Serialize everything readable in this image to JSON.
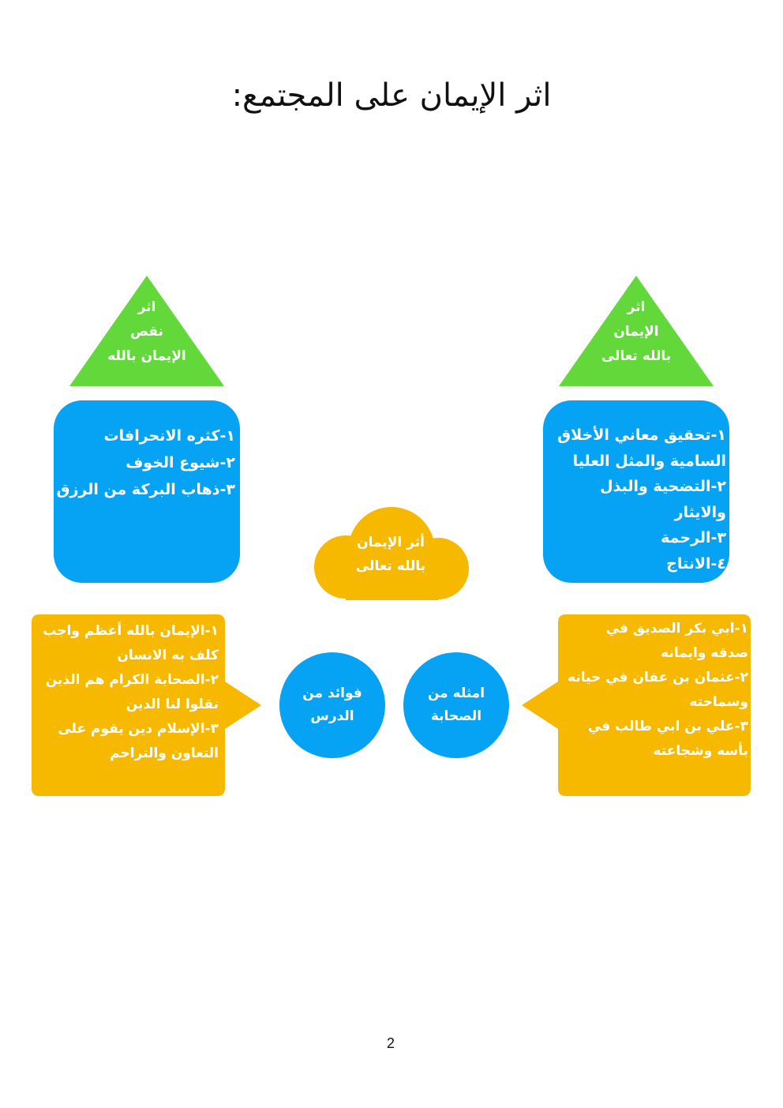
{
  "title": "اثر الإيمان على المجتمع:",
  "colors": {
    "blue": "#06a2f4",
    "green": "#63d83a",
    "orange": "#f6b900",
    "text": "#ffffff"
  },
  "triangle_left": {
    "lines": [
      "اثر",
      "نقص",
      "الإيمان بالله"
    ]
  },
  "triangle_right": {
    "lines": [
      "اثر",
      "الإيمان",
      "بالله تعالى"
    ]
  },
  "box_left": {
    "lines": [
      "١-كثره الانحرافات",
      "٢-شيوع الخوف",
      "٣-ذهاب البركة من الرزق"
    ]
  },
  "box_right": {
    "lines": [
      "١-تحقيق معاني الأخلاق",
      "السامية والمثل العليا",
      "٢-التضحية والبذل",
      "والايثار",
      "٣-الرحمة",
      "٤-الانتاج"
    ]
  },
  "cloud": {
    "lines": [
      "أثر الإيمان",
      "بالله تعالى"
    ]
  },
  "callout_left": {
    "lines": [
      "١-الإيمان بالله أعظم واجب",
      "كلف به الانسان",
      "٢-الصحابة الكرام هم الذين",
      "نقلوا لنا الدين",
      "٣-الإسلام دين يقوم على",
      "التعاون والتراحم"
    ]
  },
  "callout_right": {
    "lines": [
      "١-ابي بكر الصديق في",
      "صدقه وايمانه",
      "٢-عثمان بن عفان في حياته",
      "وسماحته",
      "٣-علي بن ابي طالب في",
      "بأسه وشجاعته"
    ]
  },
  "circle_left": {
    "lines": [
      "فوائد من",
      "الدرس"
    ]
  },
  "circle_right": {
    "lines": [
      "امثله من",
      "الصحابة"
    ]
  },
  "page_number": "2"
}
